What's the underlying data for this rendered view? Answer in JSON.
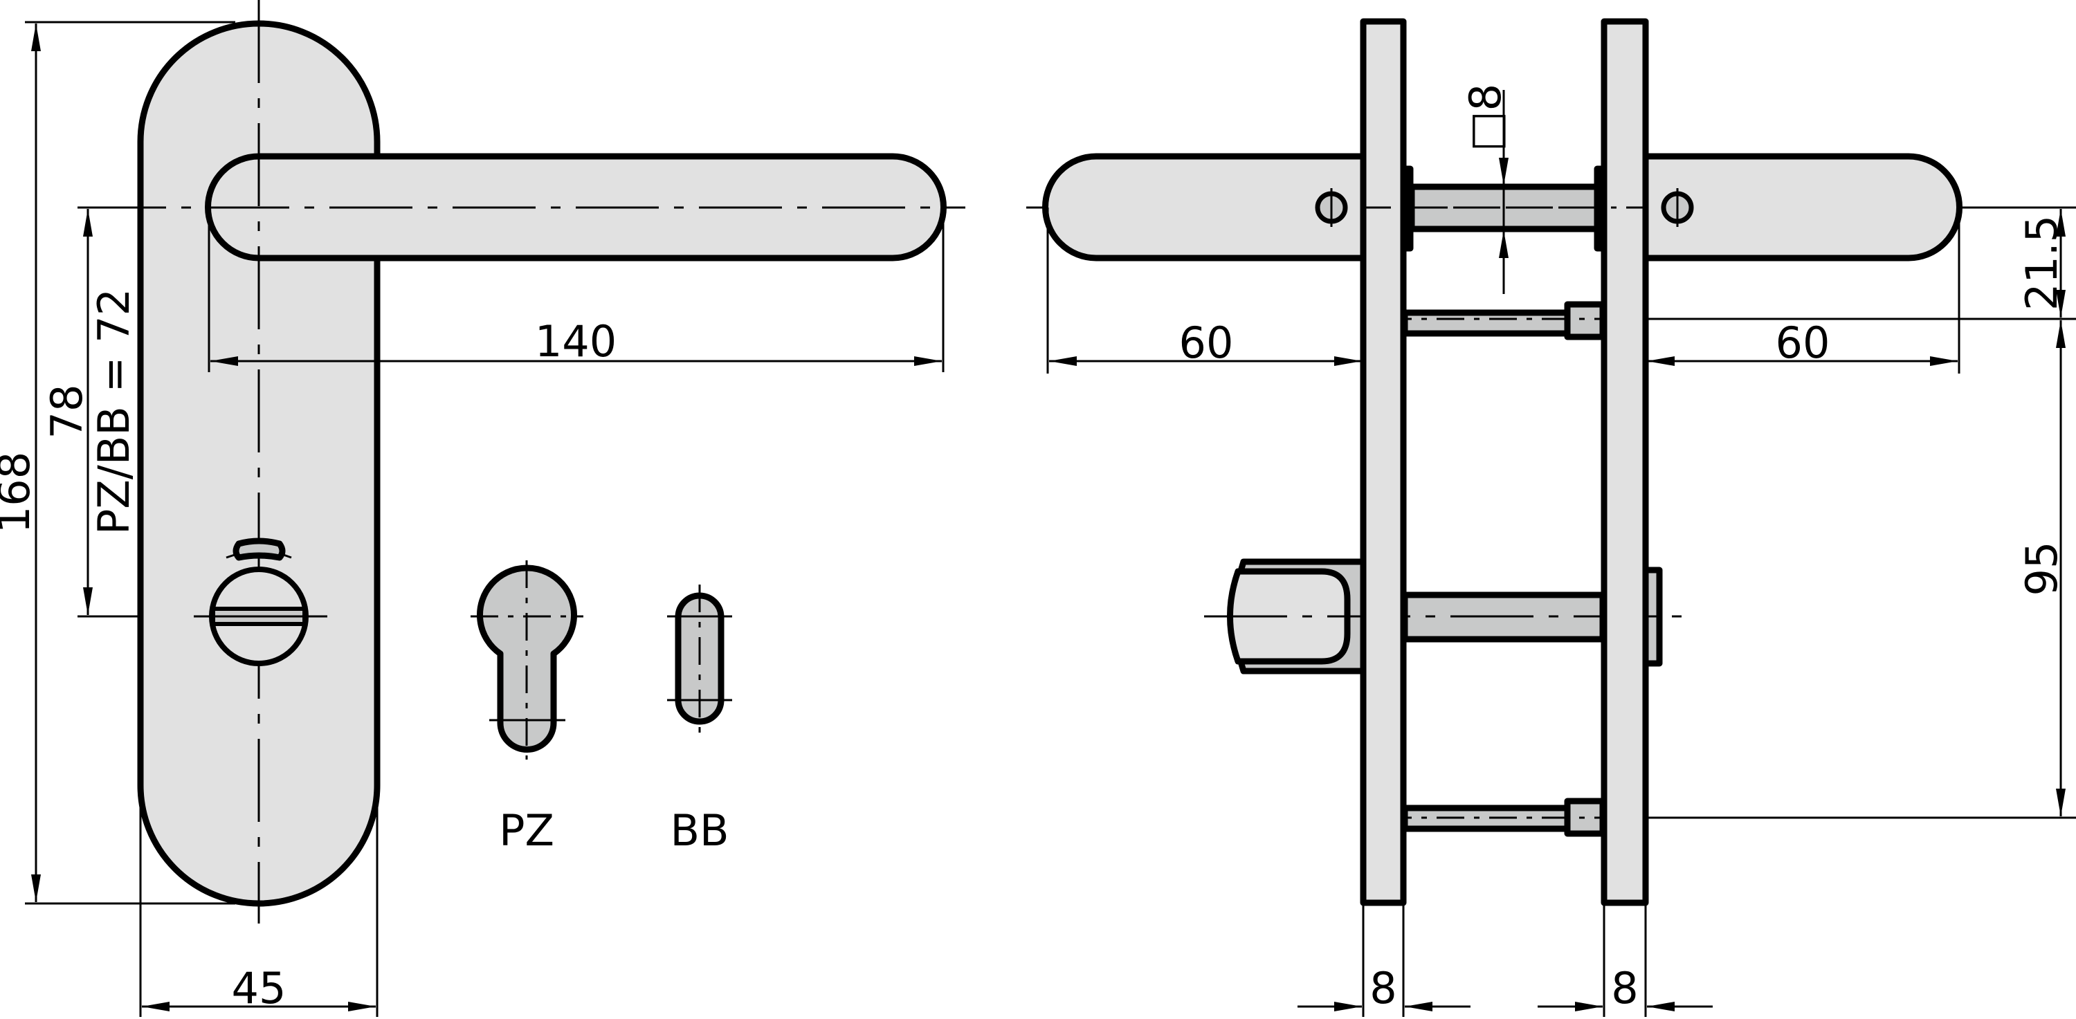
{
  "drawing": {
    "type": "technical-drawing",
    "subject": "door lever handle set on long backplate (front and side views)",
    "colors": {
      "background": "#ffffff",
      "plate_fill": "#e1e1e1",
      "part_fill": "#c8c9c9",
      "line": "#000000"
    }
  },
  "front_view": {
    "dimensions": {
      "plate_height": "168",
      "lever_to_keyhole": "78",
      "distance_label": "PZ/BB = 72",
      "lever_length": "140",
      "plate_width": "45"
    }
  },
  "keyhole_variants": {
    "pz_label": "PZ",
    "bb_label": "BB"
  },
  "side_view": {
    "dimensions": {
      "spindle_square": "□8",
      "lever_projection_left": "60",
      "lever_projection_right": "60",
      "lever_to_screw": "21.5",
      "screw_spacing": "95",
      "plate_thickness_left": "8",
      "plate_thickness_right": "8"
    }
  }
}
